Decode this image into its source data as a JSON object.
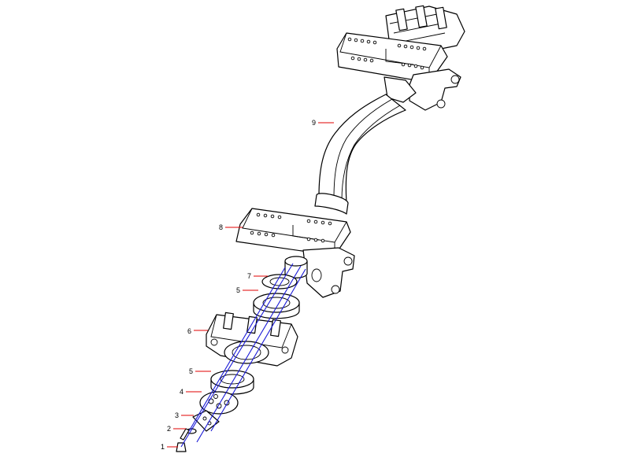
{
  "diagram": {
    "callouts": [
      {
        "id": "callout-1",
        "label": "1"
      },
      {
        "id": "callout-2",
        "label": "2"
      },
      {
        "id": "callout-3",
        "label": "3"
      },
      {
        "id": "callout-4",
        "label": "4"
      },
      {
        "id": "callout-5-lower",
        "label": "5"
      },
      {
        "id": "callout-6",
        "label": "6"
      },
      {
        "id": "callout-5-upper",
        "label": "5"
      },
      {
        "id": "callout-7",
        "label": "7"
      },
      {
        "id": "callout-8",
        "label": "8"
      },
      {
        "id": "callout-9",
        "label": "9"
      }
    ],
    "colors": {
      "leader": "#e00000",
      "assembly_axis": "#1a1ad6",
      "linework": "#000000"
    }
  }
}
